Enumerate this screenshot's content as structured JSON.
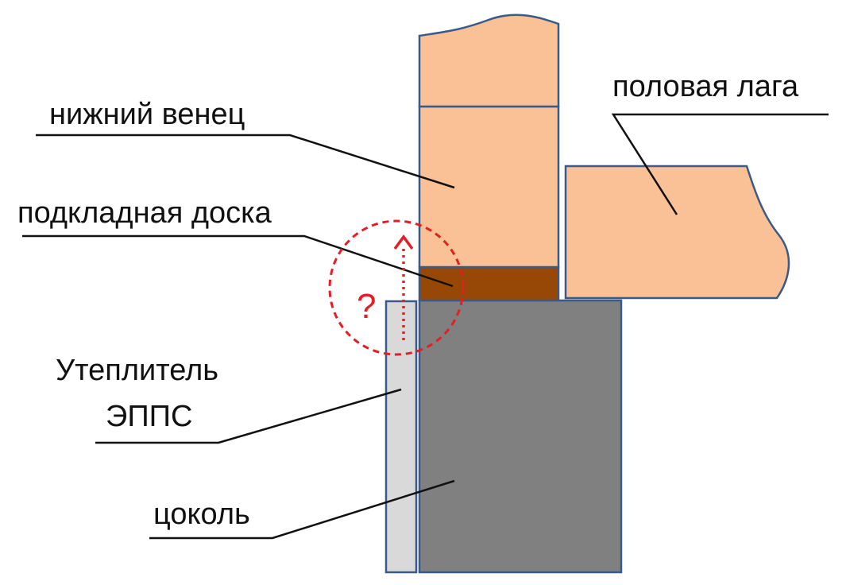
{
  "labels": {
    "lower_crown": "нижний венец",
    "floor_joist": "половая лага",
    "underlay_board": "подкладная доска",
    "insulation_line1": "Утеплитель",
    "insulation_line2": "ЭППС",
    "plinth": "цоколь",
    "question_mark": "?"
  },
  "colors": {
    "timber": "#F9C195",
    "underlay_board": "#974807",
    "plinth": "#808080",
    "insulation": "#D9D9D9",
    "outline": "#3A5A8A",
    "leader_line": "#111111",
    "highlight": "#E31E24"
  }
}
